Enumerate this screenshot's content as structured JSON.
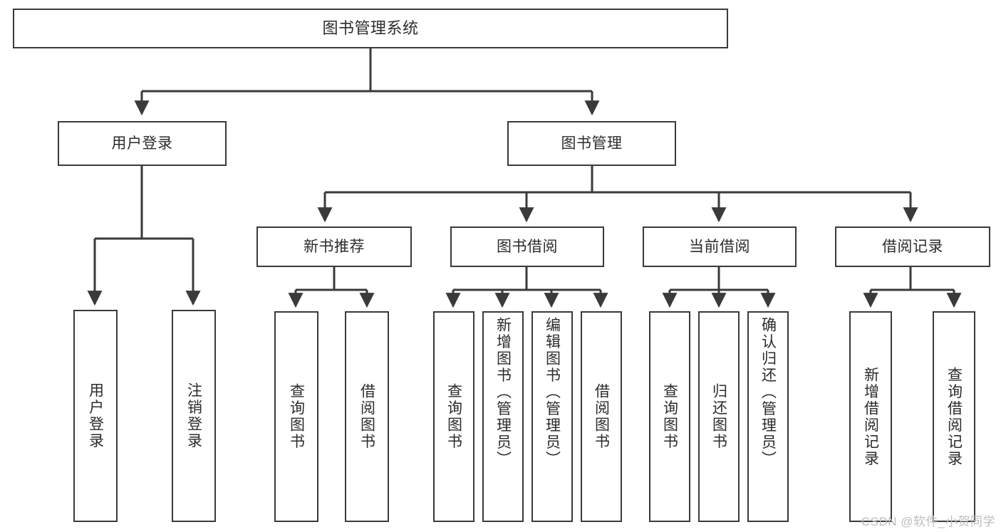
{
  "diagram": {
    "title": "图书管理系统",
    "colors": {
      "stroke": "#3a3a3a",
      "text": "#2b2b2b",
      "background": "#ffffff",
      "watermark": "#bdbdbd"
    },
    "root": {
      "label": "图书管理系统"
    },
    "tier2": [
      {
        "label": "用户登录"
      },
      {
        "label": "图书管理"
      }
    ],
    "tier3": [
      {
        "label": "新书推荐"
      },
      {
        "label": "图书借阅"
      },
      {
        "label": "当前借阅"
      },
      {
        "label": "借阅记录"
      }
    ],
    "leaves": {
      "user_login": [
        {
          "label": "用户登录"
        },
        {
          "label": "注销登录"
        }
      ],
      "new_book": [
        {
          "label": "查询图书"
        },
        {
          "label": "借阅图书"
        }
      ],
      "borrow": [
        {
          "label": "查询图书"
        },
        {
          "label": "新增图书（管理员）"
        },
        {
          "label": "编辑图书（管理员）"
        },
        {
          "label": "借阅图书"
        }
      ],
      "current": [
        {
          "label": "查询图书"
        },
        {
          "label": "归还图书"
        },
        {
          "label": "确认归还（管理员）"
        }
      ],
      "records": [
        {
          "label": "新增借阅记录"
        },
        {
          "label": "查询借阅记录"
        }
      ]
    },
    "watermark": "CSDN @软件_小贺同学"
  }
}
